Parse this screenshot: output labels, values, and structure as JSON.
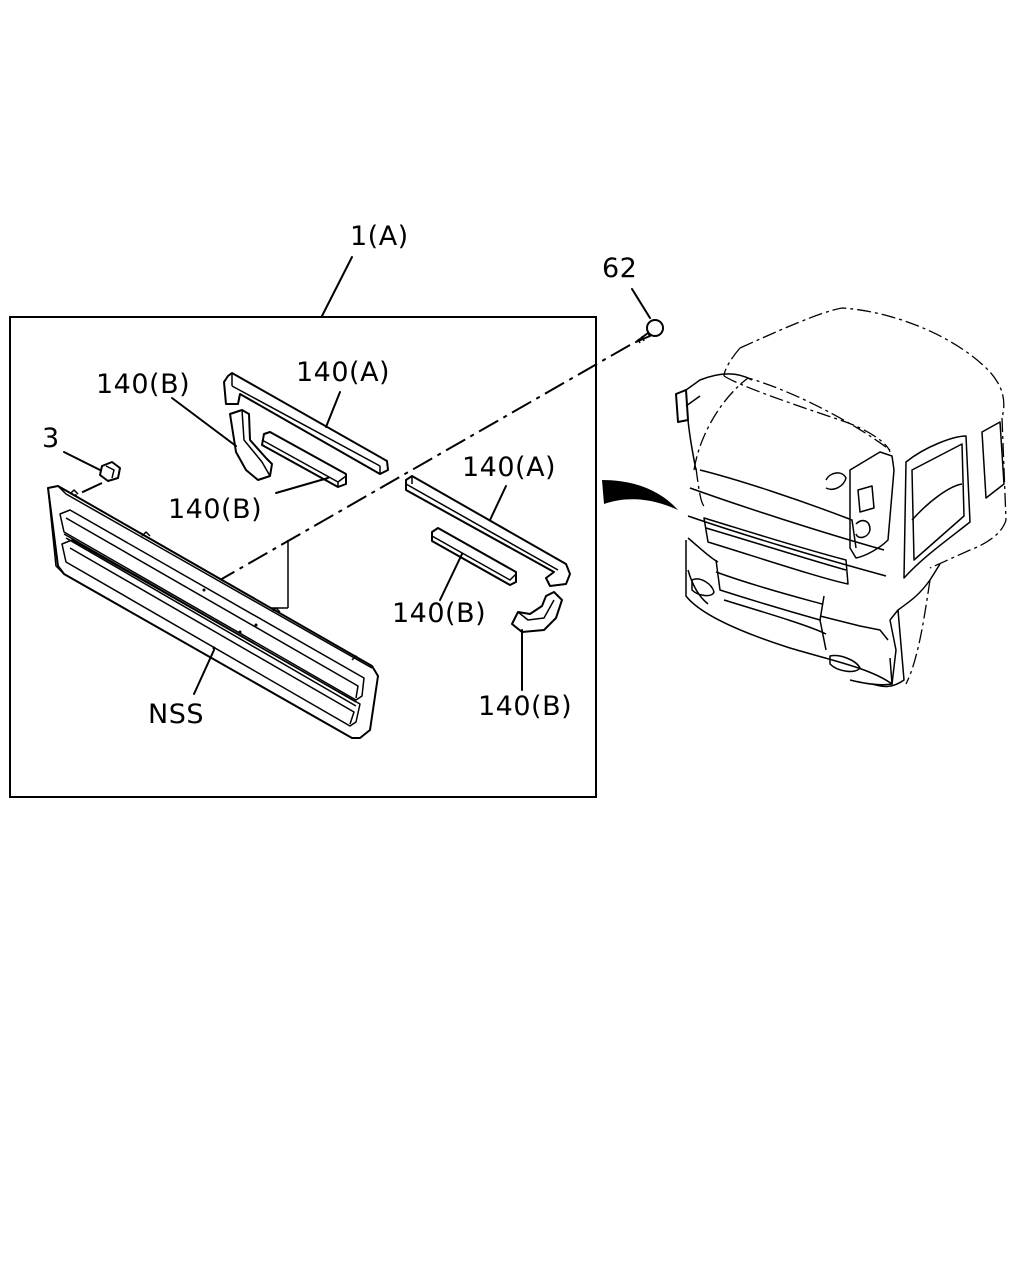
{
  "labels": {
    "assembly": "1(A)",
    "screw": "62",
    "clip": "3",
    "strip_a_upper": "140(A)",
    "strip_b_upper_left": "140(B)",
    "strip_b_upper_mid": "140(B)",
    "strip_a_lower": "140(A)",
    "strip_b_lower_mid": "140(B)",
    "strip_b_lower_right": "140(B)",
    "grille": "NSS"
  }
}
